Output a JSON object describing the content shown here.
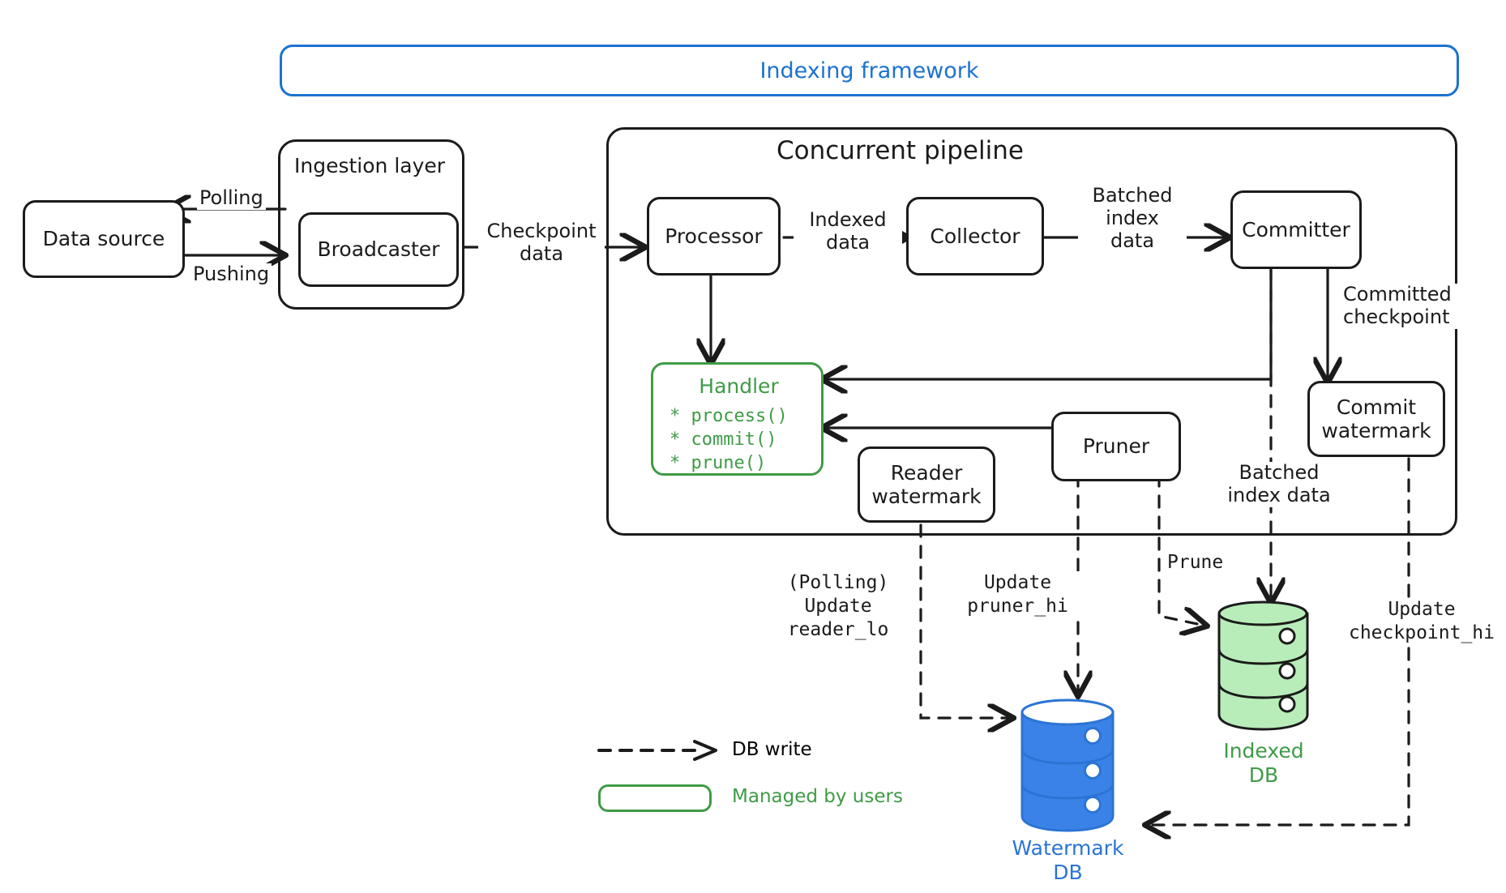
{
  "banner": {
    "label": "Indexing framework",
    "color": "#1b72d1"
  },
  "groups": [
    {
      "id": "ingestion",
      "title": "Ingestion layer"
    },
    {
      "id": "pipeline",
      "title": "Concurrent pipeline"
    }
  ],
  "nodes": {
    "data_source": "Data source",
    "broadcaster": "Broadcaster",
    "processor": "Processor",
    "collector": "Collector",
    "committer": "Committer",
    "commit_watermark": "Commit\nwatermark",
    "reader_watermark": "Reader\nwatermark",
    "pruner": "Pruner"
  },
  "handler": {
    "title": "Handler",
    "methods": [
      "* process()",
      "* commit()",
      "* prune()"
    ],
    "color": "#3f9b46"
  },
  "edge_labels": {
    "polling": "Polling",
    "pushing": "Pushing",
    "checkpoint_data": "Checkpoint\ndata",
    "indexed_data": "Indexed\ndata",
    "batched_index_data_top": "Batched\nindex\ndata",
    "committed_checkpoint": "Committed\ncheckpoint",
    "batched_index_data_bottom": "Batched\nindex data",
    "polling_update_reader_lo": "(Polling)\nUpdate\nreader_lo",
    "update_pruner_hi": "Update\npruner_hi",
    "prune": "Prune",
    "update_checkpoint_hi": "Update\ncheckpoint_hi"
  },
  "databases": [
    {
      "id": "indexed-db",
      "label": "Indexed\nDB",
      "color": "#3f9b46",
      "fill": "#b8edb9"
    },
    {
      "id": "watermark-db",
      "label": "Watermark\nDB",
      "color": "#2b74d4",
      "fill": "#3b82e8"
    }
  ],
  "legend": {
    "db_write": "DB write",
    "managed_by_users": "Managed by users",
    "managed_color": "#3f9b46"
  }
}
